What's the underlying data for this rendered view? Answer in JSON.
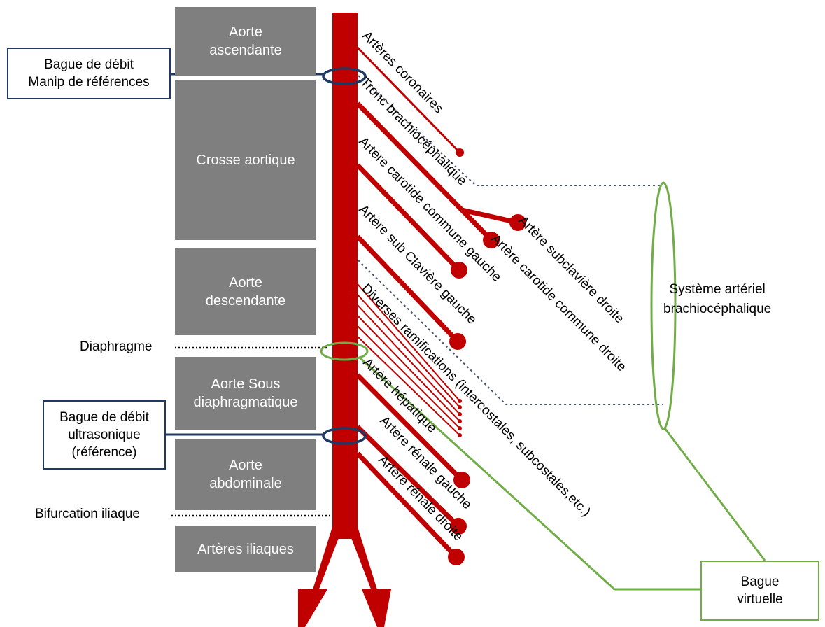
{
  "segments": {
    "aorte_ascendante": {
      "line1": "Aorte",
      "line2": "ascendante"
    },
    "crosse_aortique": {
      "line1": "Crosse aortique"
    },
    "aorte_descendante": {
      "line1": "Aorte",
      "line2": "descendante"
    },
    "aorte_sous_diaphragmatique": {
      "line1": "Aorte Sous",
      "line2": "diaphragmatique"
    },
    "aorte_abdominale": {
      "line1": "Aorte",
      "line2": "abdominale"
    },
    "arteres_iliaques": {
      "line1": "Artères iliaques"
    }
  },
  "left_labels": {
    "bague_reference_manip": {
      "line1": "Bague de débit",
      "line2": "Manip de références"
    },
    "diaphragme": "Diaphragme",
    "bague_ultrasonique": {
      "line1": "Bague de débit",
      "line2": "ultrasonique",
      "line3": "(référence)"
    },
    "bifurcation_iliaque": "Bifurcation iliaque"
  },
  "branches": {
    "coronaires": "Artères coronaires",
    "tronc_brachiocephalique": "Tronc brachiocéphalique",
    "subclaviere_droite": "Artère subclavière droite",
    "carotide_droite": "Artère carotide commune droite",
    "carotide_gauche": "Artère carotide commune gauche",
    "sub_claviere_gauche": "Artère sub Clavière gauche",
    "ramifications": "Diverses ramifications (intercostales, subcostales,etc.)",
    "hepatique": "Artère hépatique",
    "renale_gauche": "Artère rénale gauche",
    "renale_droite": "Artère rénale droite"
  },
  "right_labels": {
    "systeme_brachiocephalique": {
      "line1": "Système artériel",
      "line2": "brachiocéphalique"
    },
    "bague_virtuelle": {
      "line1": "Bague",
      "line2": "virtuelle"
    }
  },
  "colors": {
    "artery": "#c00000",
    "segment_fill": "#7f7f7f",
    "flow_ring": "#1f3864",
    "virtual_ring": "#70ad47",
    "dotted_line": "#44546a"
  }
}
